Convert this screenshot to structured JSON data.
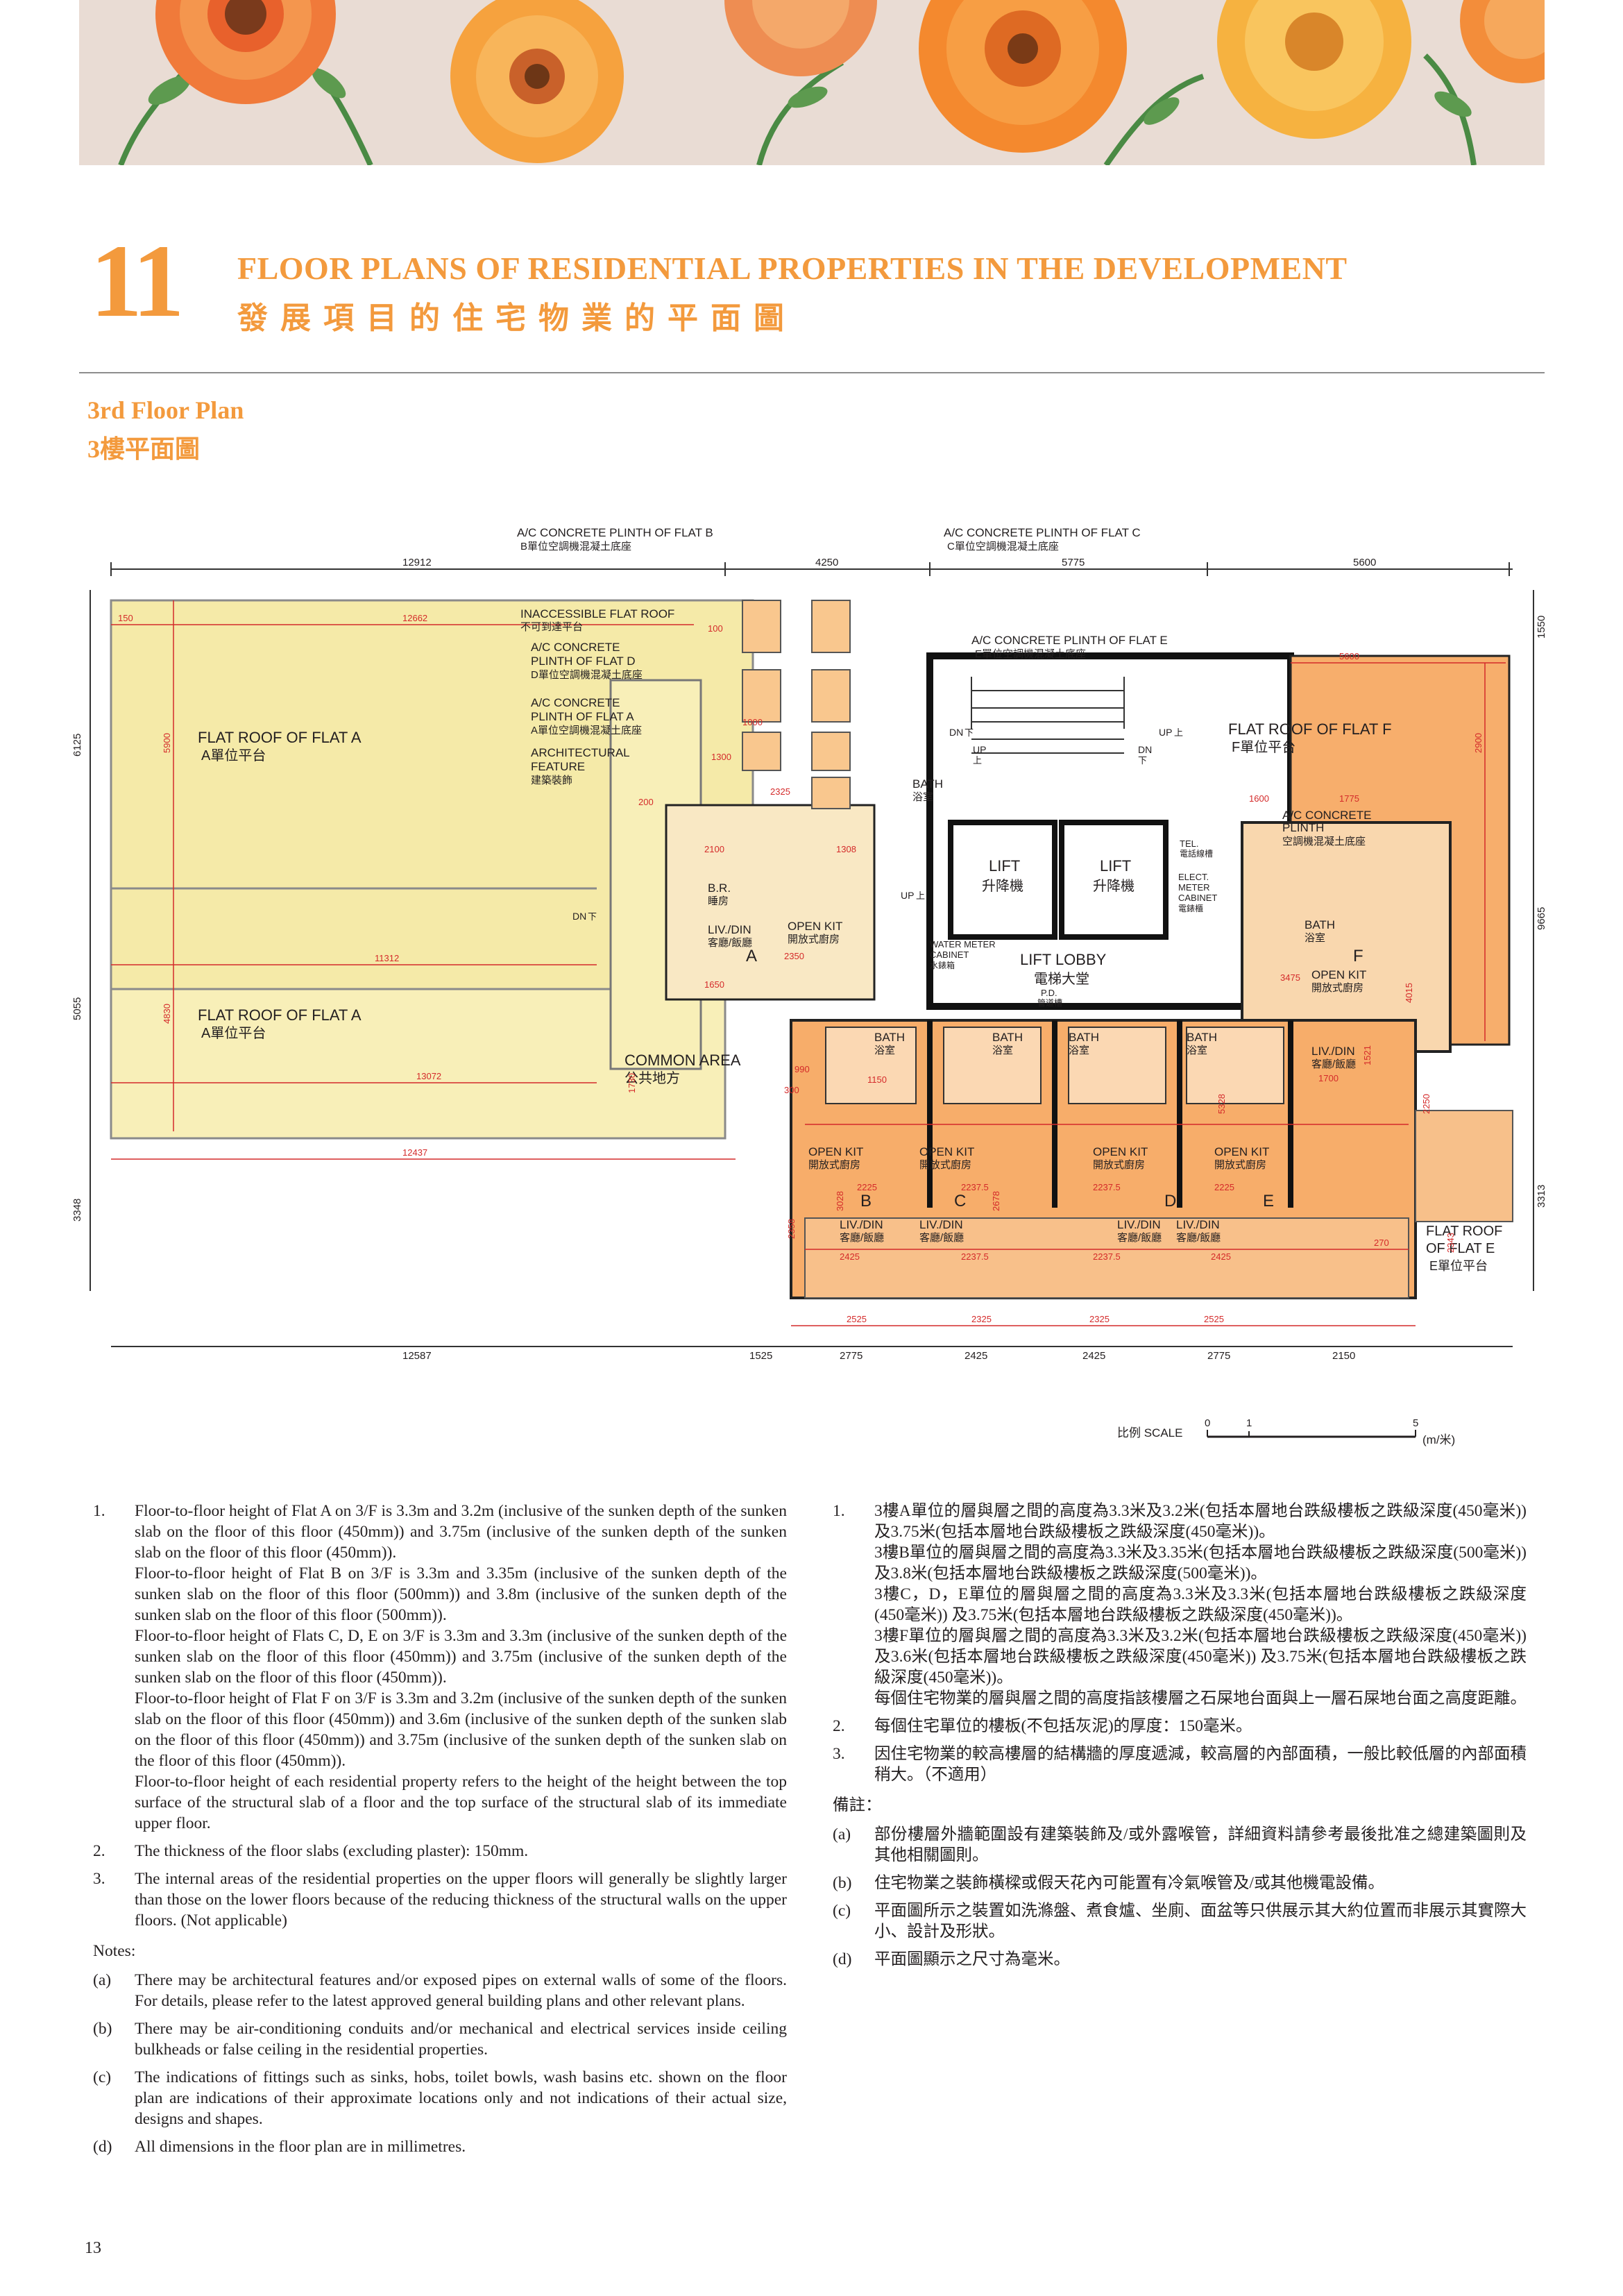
{
  "header": {
    "section_number": "11",
    "title_en": "FLOOR PLANS OF RESIDENTIAL PROPERTIES IN THE DEVELOPMENT",
    "title_zh": "發展項目的住宅物業的平面圖"
  },
  "plan": {
    "title_en": "3rd Floor Plan",
    "title_zh": "3樓平面圖",
    "labels": {
      "ac_plinth_b_en": "A/C CONCRETE PLINTH OF FLAT B",
      "ac_plinth_b_zh": "B單位空調機混凝土底座",
      "ac_plinth_c_en": "A/C CONCRETE PLINTH OF FLAT C",
      "ac_plinth_c_zh": "C單位空調機混凝土底座",
      "ac_plinth_e_en": "A/C CONCRETE PLINTH OF FLAT E",
      "ac_plinth_e_zh": "E單位空調機混凝土底座",
      "inaccessible_en": "INACCESSIBLE FLAT ROOF",
      "inaccessible_zh": "不可到達平台",
      "ac_plinth_d_en1": "A/C CONCRETE",
      "ac_plinth_d_en2": "PLINTH OF FLAT D",
      "ac_plinth_d_zh": "D單位空調機混凝土底座",
      "ac_plinth_a_en1": "A/C CONCRETE",
      "ac_plinth_a_en2": "PLINTH OF FLAT A",
      "ac_plinth_a_zh": "A單位空調機混凝土底座",
      "arch_feature_en1": "ARCHITECTURAL",
      "arch_feature_en2": "FEATURE",
      "arch_feature_zh": "建築裝飾",
      "flat_roof_a_en": "FLAT ROOF OF FLAT A",
      "flat_roof_a_zh": "A單位平台",
      "flat_roof_f_en": "FLAT ROOF OF FLAT F",
      "flat_roof_f_zh": "F單位平台",
      "ac_plinth_f_en1": "A/C CONCRETE",
      "ac_plinth_f_en2": "PLINTH",
      "ac_plinth_f_zh": "空調機混凝土底座",
      "bath_en": "BATH",
      "bath_zh": "浴室",
      "br_en": "B.R.",
      "br_zh": "睡房",
      "livdin_en": "LIV./DIN",
      "livdin_zh": "客廳/飯廳",
      "openkit_en": "OPEN KIT",
      "openkit_zh": "開放式廚房",
      "lift_en": "LIFT",
      "lift_zh": "升降機",
      "lift_lobby_en": "LIFT LOBBY",
      "lift_lobby_zh": "電梯大堂",
      "common_area_en": "COMMON AREA",
      "common_area_zh": "公共地方",
      "water_meter_en1": "WATER METER",
      "water_meter_en2": "CABINET",
      "water_meter_zh": "水錶箱",
      "elect_meter_en1": "ELECT.",
      "elect_meter_en2": "METER",
      "elect_meter_en3": "CABINET",
      "elect_meter_zh": "電錶櫃",
      "tel_en": "TEL.",
      "tel_zh": "電話線槽",
      "pd_en": "P.D.",
      "pd_zh": "管道槽",
      "dn": "DN",
      "dn_zh": "下",
      "up": "UP",
      "up_zh": "上",
      "flat_roof_e_en1": "FLAT ROOF",
      "flat_roof_e_en2": "OF FLAT E",
      "flat_roof_e_zh": "E單位平台",
      "flat_a": "A",
      "flat_b": "B",
      "flat_c": "C",
      "flat_d": "D",
      "flat_e": "E",
      "flat_f": "F",
      "scale_label": "比例 SCALE",
      "scale_0": "0",
      "scale_1": "1",
      "scale_5": "5",
      "scale_unit": "(m/米)"
    },
    "dimensions": {
      "top_12912": "12912",
      "top_4250": "4250",
      "top_5775": "5775",
      "top_5600": "5600",
      "roof_12662": "12662",
      "roof_11312": "11312",
      "roof_13072": "13072",
      "roof_12437": "12437",
      "left_6125": "6125",
      "left_5055": "5055",
      "left_3348": "3348",
      "left_5900": "5900",
      "left_4830": "4830",
      "right_1550": "1550",
      "right_9665": "9665",
      "right_3313": "3313",
      "f_5600": "5600",
      "f_1600": "1600",
      "f_1775": "1775",
      "f_3475": "3475",
      "f_2900": "2900",
      "bot_12587": "12587",
      "bot_1525": "1525",
      "bot_2775a": "2775",
      "bot_2425a": "2425",
      "bot_2425b": "2425",
      "bot_2775b": "2775",
      "bot_2150": "2150",
      "bot_2525a": "2525",
      "bot_2325a": "2325",
      "bot_2325b": "2325",
      "bot_2525b": "2525",
      "flat_2225a": "2225",
      "flat_2237a": "2237.5",
      "flat_2237b": "2237.5",
      "flat_2225b": "2225",
      "flat_2425a": "2425",
      "flat_2237c": "2237.5",
      "flat_2237d": "2237.5",
      "flat_2425b": "2425",
      "d_150": "150",
      "d_100": "100",
      "d_200": "200",
      "d_300": "300",
      "d_1000": "1000",
      "d_1150": "1150",
      "d_2325": "2325",
      "d_2100": "2100",
      "d_1650": "1650",
      "d_3028": "3028",
      "d_2678": "2678",
      "d_5328": "5328",
      "d_2358": "2358",
      "d_1730": "1730",
      "d_2350": "2350",
      "d_1308": "1308",
      "d_1300": "1300",
      "d_990": "990",
      "d_270": "270",
      "d_2343": "2343",
      "d_2250": "2250",
      "d_1521": "1521",
      "d_4015": "4015",
      "d_1700": "1700"
    }
  },
  "notes_en": {
    "items": [
      {
        "num": "1.",
        "paragraphs": [
          "Floor-to-floor height of Flat A on 3/F is 3.3m and 3.2m (inclusive of the sunken depth of the sunken slab on the floor of this floor (450mm)) and 3.75m (inclusive of the sunken depth of the sunken slab on the floor of this floor (450mm)).",
          "Floor-to-floor height of Flat B on 3/F is 3.3m and 3.35m (inclusive of the sunken depth of the sunken slab on the floor of this floor (500mm)) and 3.8m (inclusive of the sunken depth of the sunken slab on the floor of this floor (500mm)).",
          "Floor-to-floor height of Flats C, D, E on 3/F is 3.3m and 3.3m (inclusive of the sunken depth of the sunken slab on the floor of this floor (450mm)) and 3.75m (inclusive of the sunken depth of the sunken slab on the floor of this floor (450mm)).",
          "Floor-to-floor height of Flat F on 3/F is 3.3m and 3.2m (inclusive of the sunken depth of the sunken slab on the floor of this floor (450mm)) and 3.6m (inclusive of the sunken depth of the sunken slab on the floor of this floor (450mm)) and 3.75m (inclusive of the sunken depth of the sunken slab on the floor of this floor (450mm)).",
          "Floor-to-floor height of each residential property refers to the height of the height between the top surface of the structural slab of a floor and the top surface of the structural slab of its immediate upper floor."
        ]
      },
      {
        "num": "2.",
        "text": "The thickness of the floor slabs (excluding plaster): 150mm."
      },
      {
        "num": "3.",
        "text": "The internal areas of the residential properties on the upper floors will generally be slightly larger than those on the lower floors because of the reducing thickness of the structural walls on the upper floors. (Not applicable)"
      }
    ],
    "heading": "Notes:",
    "notes": [
      {
        "num": "(a)",
        "text": "There may be architectural features and/or exposed pipes on external walls of some of the floors.  For details, please refer to the latest approved general building plans and other relevant plans."
      },
      {
        "num": "(b)",
        "text": "There may be air-conditioning conduits and/or mechanical and electrical services inside ceiling bulkheads or false ceiling in the residential properties."
      },
      {
        "num": "(c)",
        "text": "The indications of fittings such as sinks, hobs, toilet bowls, wash basins etc. shown on the floor plan are indications of their approximate locations only and not indications of their actual size, designs and shapes."
      },
      {
        "num": "(d)",
        "text": "All dimensions in the floor plan are in millimetres."
      }
    ]
  },
  "notes_zh": {
    "items": [
      {
        "num": "1.",
        "paragraphs": [
          "3樓A單位的層與層之間的高度為3.3米及3.2米(包括本層地台跌級樓板之跌級深度(450毫米)) 及3.75米(包括本層地台跌級樓板之跌級深度(450毫米))。",
          "3樓B單位的層與層之間的高度為3.3米及3.35米(包括本層地台跌級樓板之跌級深度(500毫米)) 及3.8米(包括本層地台跌級樓板之跌級深度(500毫米))。",
          "3樓C，D，E單位的層與層之間的高度為3.3米及3.3米(包括本層地台跌級樓板之跌級深度(450毫米)) 及3.75米(包括本層地台跌級樓板之跌級深度(450毫米))。",
          "3樓F單位的層與層之間的高度為3.3米及3.2米(包括本層地台跌級樓板之跌級深度(450毫米)) 及3.6米(包括本層地台跌級樓板之跌級深度(450毫米)) 及3.75米(包括本層地台跌級樓板之跌級深度(450毫米))。",
          "每個住宅物業的層與層之間的高度指該樓層之石屎地台面與上一層石屎地台面之高度距離。"
        ]
      },
      {
        "num": "2.",
        "text": "每個住宅單位的樓板(不包括灰泥)的厚度：150毫米。"
      },
      {
        "num": "3.",
        "text": "因住宅物業的較高樓層的結構牆的厚度遞減，較高層的內部面積，一般比較低層的內部面積稍大。（不適用）"
      }
    ],
    "heading": "備註：",
    "notes": [
      {
        "num": "(a)",
        "text": "部份樓層外牆範圍設有建築裝飾及/或外露喉管，詳細資料請參考最後批准之總建築圖則及其他相關圖則。"
      },
      {
        "num": "(b)",
        "text": "住宅物業之裝飾橫樑或假天花內可能置有冷氣喉管及/或其他機電設備。"
      },
      {
        "num": "(c)",
        "text": "平面圖所示之裝置如洗滌盤、煮食爐、坐廁、面盆等只供展示其大約位置而非展示其實際大小、設計及形狀。"
      },
      {
        "num": "(d)",
        "text": "平面圖顯示之尺寸為毫米。"
      }
    ]
  },
  "footer": {
    "page_number": "13"
  }
}
